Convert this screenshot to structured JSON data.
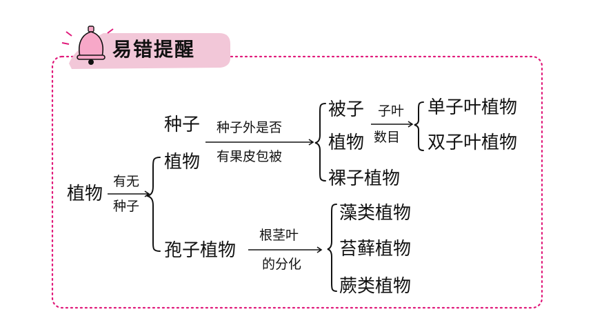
{
  "header": {
    "title": "易错提醒"
  },
  "colors": {
    "border": "#e0197a",
    "badge": "#f2c7d8",
    "bell": "#f7a8c8",
    "ink": "#111111"
  },
  "icons": {
    "bell": "bell-icon"
  },
  "diagram": {
    "root": "植物",
    "root_arrow": {
      "top": "有无",
      "bottom": "种子"
    },
    "seed_plant": {
      "line1": "种子",
      "line2": "植物"
    },
    "seed_arrow": {
      "top": "种子外是否",
      "bottom": "有果皮包被"
    },
    "angiosperm": {
      "line1": "被子",
      "line2": "植物"
    },
    "gymnosperm": "裸子植物",
    "cotyledon_arrow": {
      "top": "子叶",
      "bottom": "数目"
    },
    "monocot": "单子叶植物",
    "dicot": "双子叶植物",
    "spore_plant": "孢子植物",
    "spore_arrow": {
      "top": "根茎叶",
      "bottom": "的分化"
    },
    "algae": "藻类植物",
    "moss": "苔藓植物",
    "fern": "蕨类植物"
  }
}
